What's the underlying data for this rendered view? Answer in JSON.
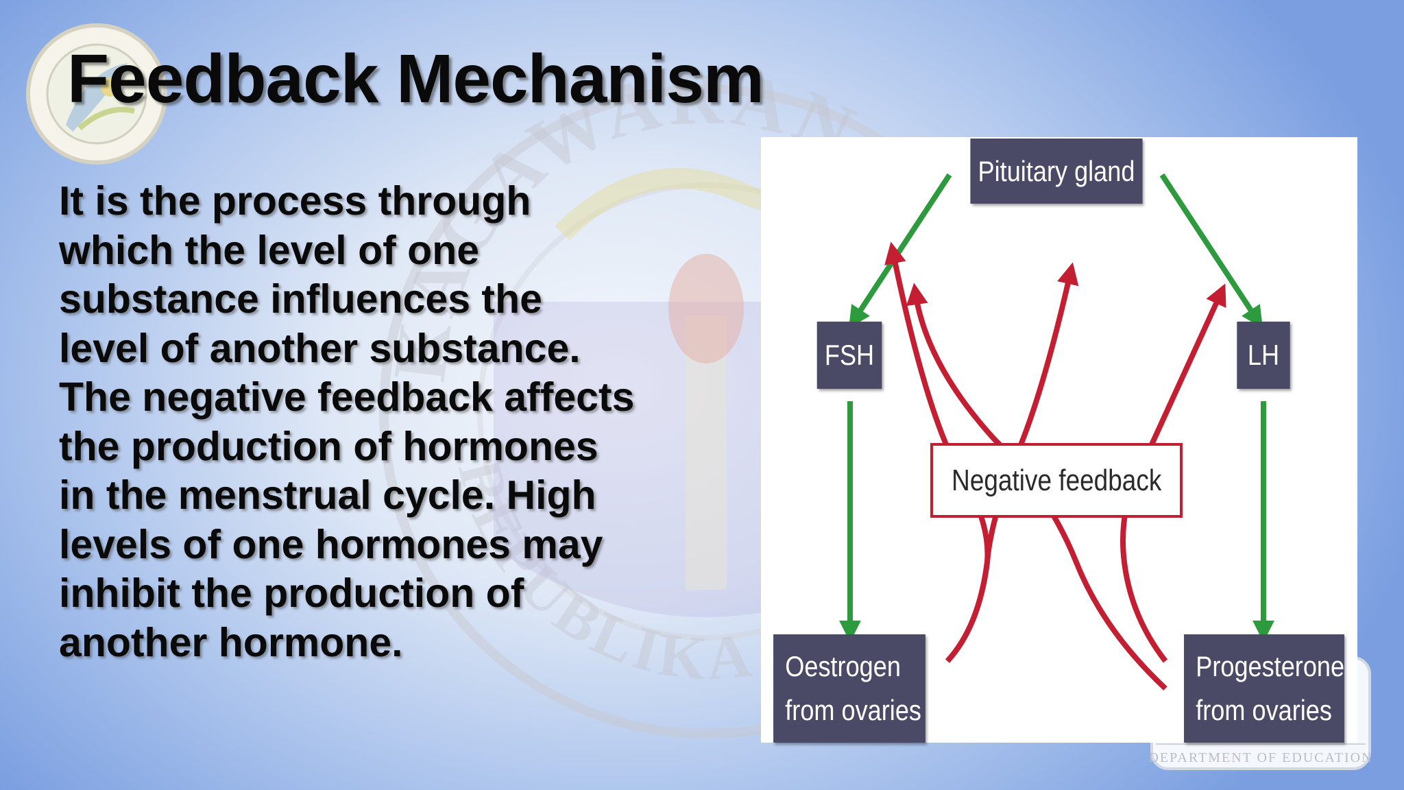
{
  "slide": {
    "title": "Feedback Mechanism",
    "body_lines": [
      "It is the process through",
      "which the level of one",
      "substance influences the",
      "level of another substance.",
      "The negative feedback affects",
      "the production of hormones",
      "in the menstrual cycle. High",
      "levels of one hormones may",
      "inhibit the production of",
      "another hormone."
    ]
  },
  "background": {
    "seal_text_top": "KAGAWARAN NG EDUKASYON",
    "seal_text_bottom": "REPUBLIKA NG PILIPINAS",
    "logo_bottom_text": "DEPARTMENT OF EDUCATION"
  },
  "diagram": {
    "nodes": {
      "pituitary": "Pituitary gland",
      "fsh": "FSH",
      "lh": "LH",
      "oestrogen_line1": "Oestrogen",
      "oestrogen_line2": "from ovaries",
      "progesterone_line1": "Progesterone",
      "progesterone_line2": "from ovaries"
    },
    "feedback_label": "Negative feedback",
    "colors": {
      "node_fill": "#4a4a66",
      "stimulate_arrow": "#2e9a3e",
      "inhibit_arrow": "#c31e32"
    }
  }
}
